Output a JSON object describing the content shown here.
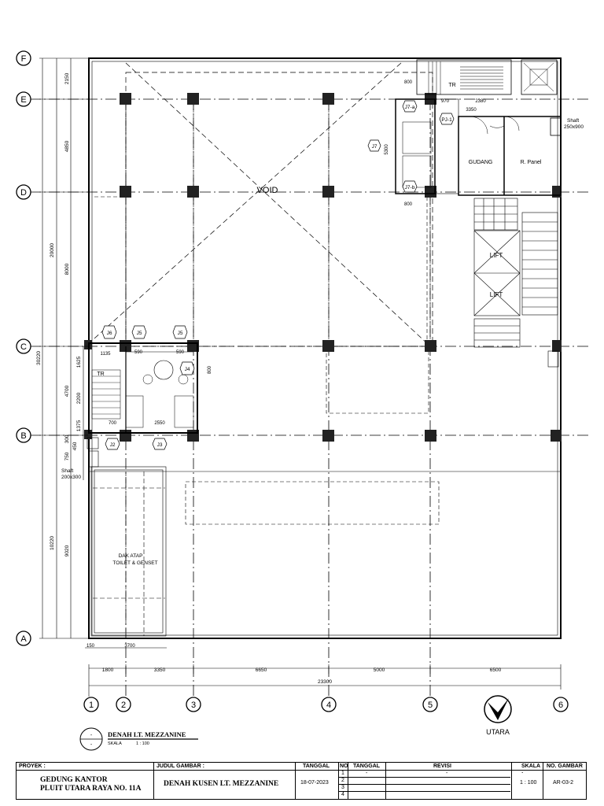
{
  "plan": {
    "axes_rows": [
      "F",
      "E",
      "D",
      "C",
      "B",
      "A"
    ],
    "axes_cols": [
      "1",
      "2",
      "3",
      "4",
      "5",
      "6"
    ],
    "left_dims": [
      "2150",
      "4850",
      "8000",
      "1625",
      "2200",
      "1375",
      "4700",
      "300",
      "750",
      "450",
      "9020"
    ],
    "left_totals": [
      "20000",
      "30220",
      "10220"
    ],
    "bottom_dims": [
      "1800",
      "3350",
      "6650",
      "5000",
      "6500"
    ],
    "bottom_total": "23300",
    "small_dims": [
      "150",
      "3700",
      "800",
      "970",
      "2380",
      "3350",
      "5300",
      "800",
      "800",
      "1135",
      "590",
      "590",
      "2550",
      "700"
    ],
    "rooms": {
      "void": "VOID",
      "gudang": "GUDANG",
      "r_panel": "R. Panel",
      "lift_1": "LIFT",
      "lift_2": "LIFT",
      "tr_top": "TR",
      "tr_left": "TR",
      "dak_line1": "DAK ATAP",
      "dak_line2": "TOILET & GENSET"
    },
    "shafts": [
      {
        "label": "Shaft",
        "size": "250x900"
      },
      {
        "label": "Shaft",
        "size": "200x300"
      }
    ],
    "tags": [
      "J7",
      "J7-a",
      "PJ-1",
      "J7-b",
      "J6",
      "J5",
      "J5",
      "J4",
      "J2",
      "J3"
    ],
    "drawing_title": "DENAH LT. MEZZANINE",
    "scale_label": "SKALA",
    "scale_value": "1 : 100",
    "north_label": "UTARA"
  },
  "title_block": {
    "proyek_label": "PROYEK :",
    "proyek_line1": "GEDUNG KANTOR",
    "proyek_line2": "PLUIT UTARA RAYA NO. 11A",
    "judul_label": "JUDUL GAMBAR :",
    "judul": "DENAH KUSEN LT. MEZZANINE",
    "tanggal_label": "TANGGAL",
    "tanggal": "18-07-2023",
    "no_label": "NO",
    "tanggal2_label": "TANGGAL",
    "revisi_label": "REVISI",
    "rev_rows": [
      "1",
      "2",
      "3",
      "4"
    ],
    "rev_dash": "-",
    "skala_label": "SKALA :",
    "skala": "1 : 100",
    "no_gambar_label": "NO. GAMBAR",
    "no_gambar": "AR-03-2"
  }
}
